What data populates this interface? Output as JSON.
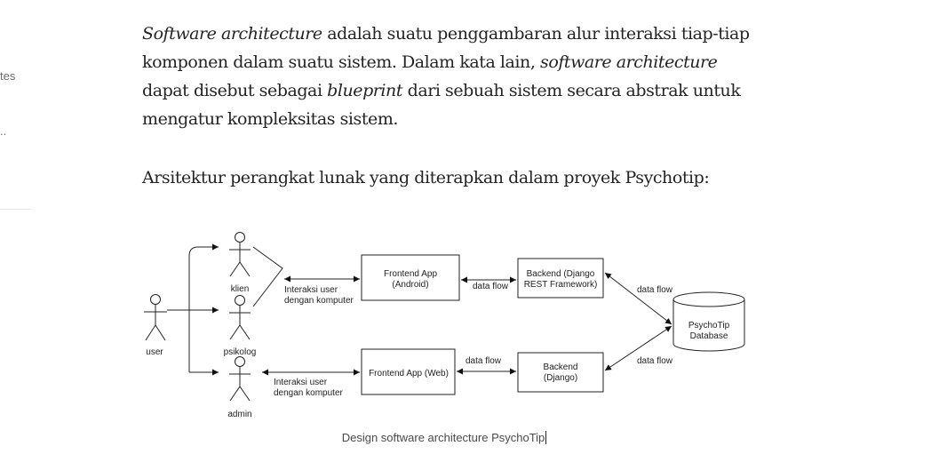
{
  "sidebar": {
    "fragment_1": "tes",
    "fragment_2": ".."
  },
  "article": {
    "paragraph_1": {
      "em_1": "Software architecture",
      "text_1": " adalah suatu penggambaran alur interaksi tiap-tiap komponen dalam suatu sistem. Dalam kata lain, ",
      "em_2": "software architecture",
      "text_2": " dapat disebut sebagai ",
      "em_3": "blueprint",
      "text_3": " dari sebuah sistem secara abstrak untuk mengatur kompleksitas sistem."
    },
    "paragraph_2": "Arsitektur perangkat lunak yang diterapkan dalam proyek Psychotip:"
  },
  "diagram": {
    "actors": {
      "user": "user",
      "klien": "klien",
      "psikolog": "psikolog",
      "admin": "admin"
    },
    "edges": {
      "interaksi_top_1": "Interaksi user",
      "interaksi_top_2": "dengan komputer",
      "interaksi_bottom_1": "Interaksi user",
      "interaksi_bottom_2": "dengan komputer",
      "flow_android_backend": "data flow",
      "flow_web_backend": "data flow",
      "flow_rest_db": "data flow",
      "flow_django_db": "data flow"
    },
    "nodes": {
      "frontend_android_1": "Frontend App",
      "frontend_android_2": "(Android)",
      "frontend_web": "Frontend App (Web)",
      "backend_rest_1": "Backend (Django",
      "backend_rest_2": "REST Framework)",
      "backend_django_1": "Backend",
      "backend_django_2": "(Django)",
      "database_1": "PsychoTip",
      "database_2": "Database"
    }
  },
  "caption": "Design software architecture PsychoTip"
}
